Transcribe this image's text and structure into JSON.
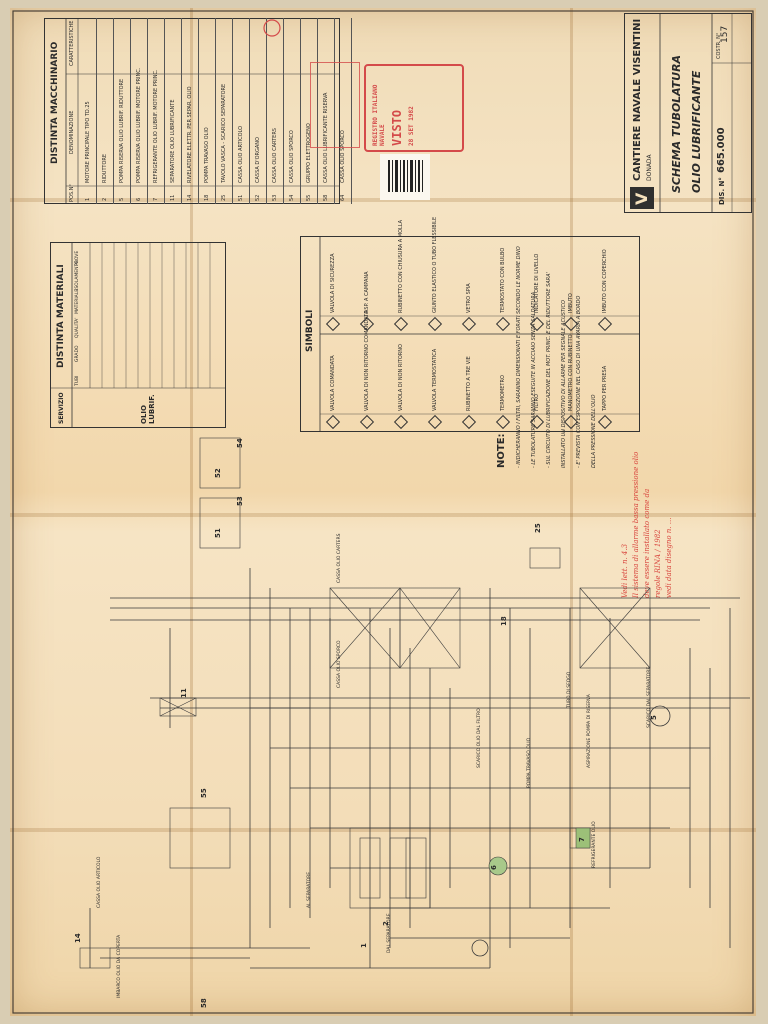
{
  "title_block": {
    "company": "CANTIERE NAVALE VISENTINI",
    "location": "DONADA",
    "drawing_title_1": "SCHEMA TUBOLATURA",
    "drawing_title_2": "OLIO LUBRIFICANTE",
    "drawing_number_label": "DIS. N°",
    "drawing_number": "665.000",
    "hull_label": "COSTR. N°",
    "hull_number": "157",
    "logo_mark": "V"
  },
  "machinery_list": {
    "title": "DISTINTA MACCHINARIO",
    "headers": [
      "POS.N°",
      "DENOMINAZIONE",
      "CARATTERISTICHE"
    ],
    "rows": [
      [
        "1",
        "MOTORE PRINCIPALE TIPO TD.25",
        ""
      ],
      [
        "2",
        "RIDUTTORE",
        ""
      ],
      [
        "5",
        "POMPA RISERVA OLIO LUBRIF. RIDUTTORE",
        ""
      ],
      [
        "6",
        "POMPA RISERVA OLIO LUBRIF. MOTORE PRINC.",
        ""
      ],
      [
        "7",
        "REFRIGERANTE OLIO LUBRIF. MOTORE PRINC.",
        ""
      ],
      [
        "11",
        "SEPARATORE OLIO LUBRIFICANTE",
        ""
      ],
      [
        "14",
        "RIVELATORE ELETTR. PER SEPAR. OLIO",
        ""
      ],
      [
        "18",
        "POMPA TRAVASO OLIO",
        ""
      ],
      [
        "25",
        "TAVOLO VASCA - SCARICO SEPARATORE",
        ""
      ],
      [
        "51",
        "CASSA OLIO ARTICOLO",
        ""
      ],
      [
        "52",
        "CASSA D'ORGANO",
        ""
      ],
      [
        "53",
        "CASSA OLIO CARTERS",
        ""
      ],
      [
        "54",
        "CASSA OLIO SPORCO",
        ""
      ],
      [
        "55",
        "GRUPPO ELETTROGENO",
        ""
      ],
      [
        "58",
        "CASSA OLIO LUBRIFICANTE RISERVA",
        ""
      ],
      [
        "64",
        "CASSA OLIO SPORCO",
        ""
      ]
    ]
  },
  "materials_list": {
    "title": "DISTINTA MATERIALI",
    "service_label": "SERVIZIO",
    "service_value": "OLIO LUBRIF.",
    "headers": [
      "TUBI",
      "GRADO",
      "QUALITA'",
      "MATERIALE",
      "ISOLAMENTO",
      "PROVE"
    ]
  },
  "symbols": {
    "title": "SIMBOLI",
    "items": [
      "VALVOLA COMANDATA",
      "VALVOLA DI NON RITORNO COMANDATA",
      "VALVOLA DI NON RITORNO",
      "VALVOLA TERMOSTATICA",
      "RUBINETTO A TRE VIE",
      "TERMOMETRO",
      "FILTRO",
      "MANOMETRO CON RUBINETTO",
      "TAPPO PER PRESA",
      "VALVOLA DI SICUREZZA",
      "ASP. A CAMPANA",
      "RUBINETTO CON CHIUSURA A MOLLA",
      "GIUNTO ELASTICO O TUBO FLESSIBILE",
      "VETRO SPIA",
      "TERMOSTATO CON BULBO",
      "INDICATORE DI LIVELLO",
      "IMBUTO",
      "IMBUTO CON COPERCHIO"
    ]
  },
  "notes": {
    "title": "NOTE:",
    "lines": [
      "- INDICHERANNO I FILTRI, SARANNO DIMENSIONATI E FORATI SECONDO LE NORME DINO",
      "- LE TUBOLATURE SARANNO ESEGUITE IN ACCIAIO SENZA SALDATURA",
      "- SUL CIRCUITO DI LUBRIFICAZIONE DEL MOT. PRINC. E DEL RIDUTTORE SARA'",
      "  INSTALLATO UN DISPOSITIVO DI ALLARME PER SEGNALE ACUSTICO",
      "- E' PREVISTA CON ESPOSIZIONE NEL CASO DI UNA AVARIA A BORDO",
      "  DELLA PRESSIONE DELL'OLIO"
    ]
  },
  "red_stamps": {
    "registro": "REGISTRO ITALIANO NAVALE",
    "visto": "VISTO",
    "date": "28 SET 1982"
  },
  "handwriting": {
    "lines": [
      "Vedi lett. n. 4.3",
      "Il sistema di allarme bassa pressione olio",
      "deve essere installato come da",
      "regole RINA / 1982",
      "vedi data disegno n. ..."
    ]
  },
  "diagram": {
    "labels": [
      "CASSA OLIO CARTERS",
      "TUBO DI SFOGO",
      "CASSA OLIO SPORCO",
      "SCARICO DAL SEPARATORE",
      "POMPA TRAVASO OLIO",
      "REFRIGERANTE OLIO",
      "AL SEPARATORE",
      "DAL SEPARATORE",
      "SCARICO OLIO DAL FILTRO",
      "ASPIRAZIONE POMPA DI RISERVA",
      "CASSA OLIO ARTICOLO",
      "IMBARCO OLIO DA COPERTA"
    ],
    "numbers": [
      "51",
      "52",
      "53",
      "54",
      "55",
      "58",
      "25",
      "18",
      "6",
      "2",
      "1",
      "5",
      "7",
      "11",
      "14"
    ]
  },
  "colors": {
    "paper": "#f4e0bc",
    "ink": "#333333",
    "stamp": "#d44a4a",
    "highlight": "#7aa35a"
  }
}
